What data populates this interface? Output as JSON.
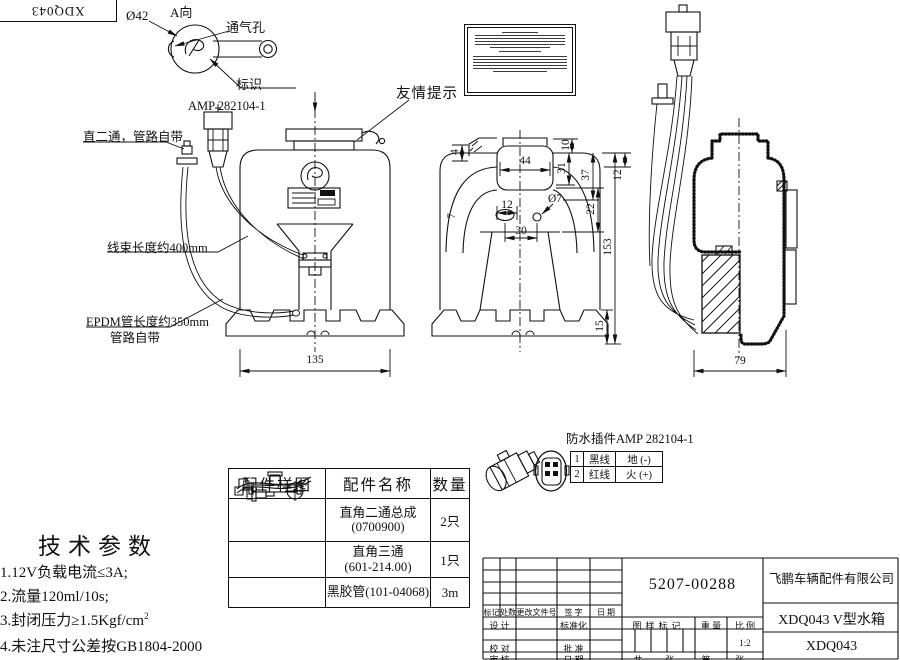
{
  "corner": {
    "code": "XDQ043"
  },
  "detail_a": {
    "title": "A向",
    "dia": "Ø42",
    "vent": "通气孔",
    "mark": "标识"
  },
  "front_view": {
    "amp": "AMP 282104-1",
    "straight_fitting": "直二通，管路自带",
    "harness": "线束长度约400mm",
    "epdm_line1": "EPDM管长度约350mm",
    "epdm_line2": "管路自带",
    "dim_width": "135"
  },
  "notice": {
    "label": "友情提示"
  },
  "rear_view": {
    "dim_44": "44",
    "dim_4": "4",
    "dim_10": "10",
    "dim_31": "31",
    "dim_37": "37",
    "dim_12_top": "12",
    "dim_22": "22",
    "dim_153": "153",
    "dim_15": "15",
    "dim_hole": "Ø7",
    "dim_12_hole": "12",
    "dim_30": "30",
    "dim_7": "7"
  },
  "side_view": {
    "dim_width": "79"
  },
  "connector": {
    "title": "防水插件AMP 282104-1",
    "pins": [
      {
        "no": "1",
        "wire": "黑线",
        "polarity": "地 (-)"
      },
      {
        "no": "2",
        "wire": "红线",
        "polarity": "火 (+)"
      }
    ]
  },
  "parts_table": {
    "col_image": "配件样图",
    "col_name": "配件名称",
    "col_qty": "数量",
    "rows": [
      {
        "name1": "直角二通总成",
        "name2": "(0700900)",
        "qty": "2只"
      },
      {
        "name1": "直角三通",
        "name2": "(601-214.00)",
        "qty": "1只"
      },
      {
        "name1": "黑胶管(101-04068)",
        "name2": "",
        "qty": "3m"
      }
    ]
  },
  "tech": {
    "title": "技术参数",
    "item1": "1.12V负载电流≤3A;",
    "item2": "2.流量120ml/10s;",
    "item3": "3.封闭压力≥1.5Kgf/cm",
    "item3_sup": "2",
    "item4": "4.未注尺寸公差按GB1804-2000"
  },
  "title_block": {
    "drawing_no": "5207-00288",
    "company": "飞鹏车辆配件有限公司",
    "product": "XDQ043 V型水箱",
    "code": "XDQ043",
    "scale": "1:2",
    "mark": "标记",
    "qty": "处数",
    "change_doc": "更改文件号",
    "sign": "签 字",
    "date": "日 期",
    "design": "设 计",
    "standard": "标准化",
    "check": "校 对",
    "approve": "批 准",
    "review": "审 核",
    "date2": "日 期",
    "stage_mark": "图样标记",
    "weight": "重 量",
    "scale_label": "比 例",
    "sheets_total": "共",
    "sheets_unit": "张",
    "sheet_no": "第",
    "sheet_unit": "张"
  }
}
